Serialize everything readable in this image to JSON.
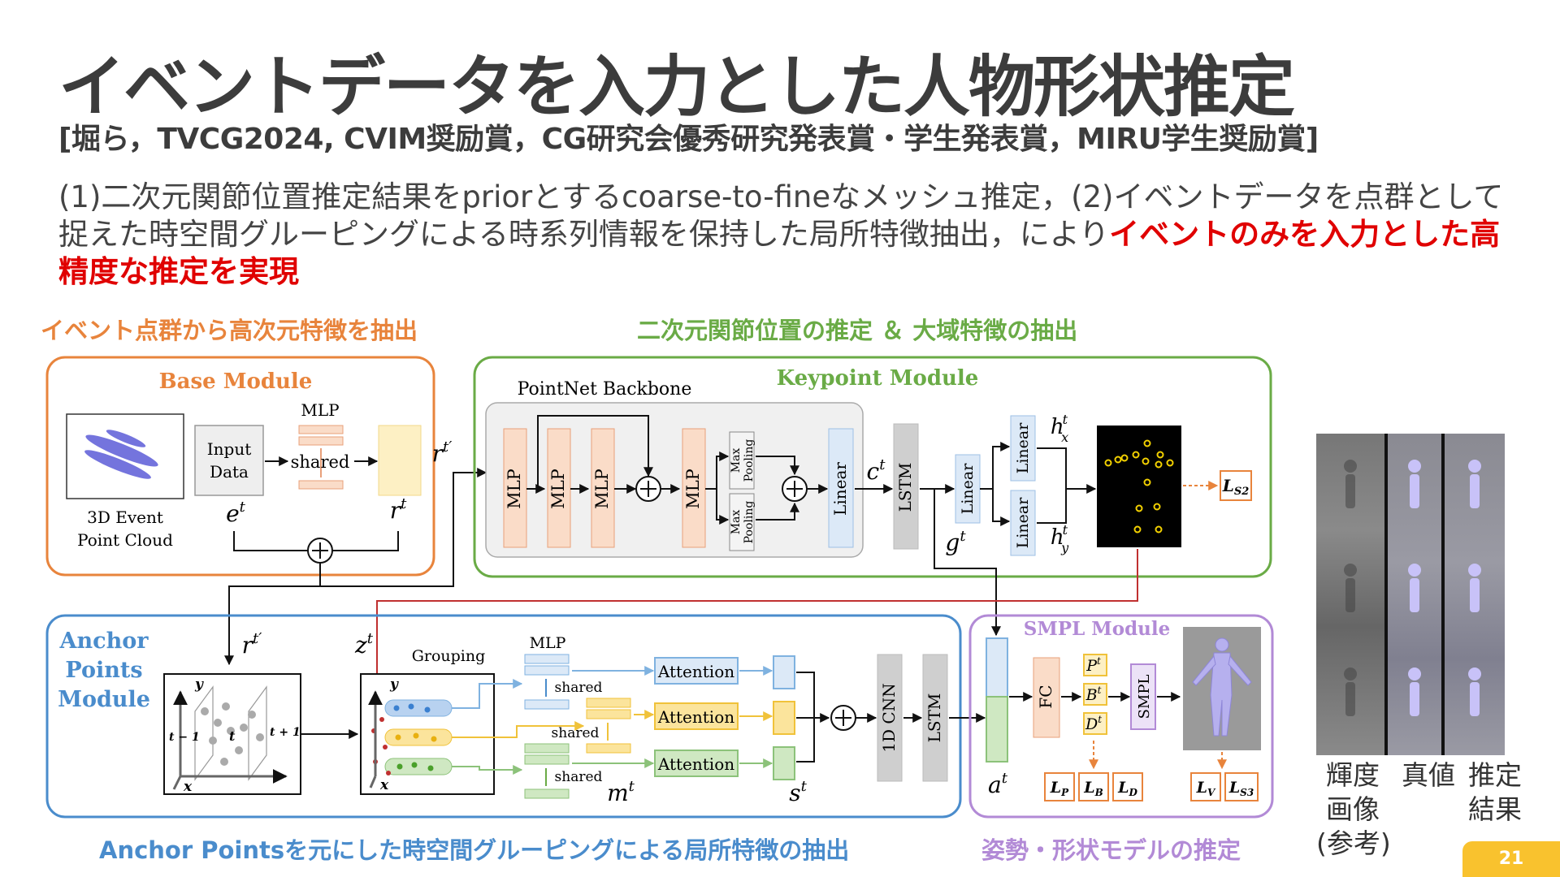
{
  "title": "イベントデータを入力とした人物形状推定",
  "subtitle": "[堀ら，TVCG2024, CVIM奨励賞，CG研究会優秀研究発表賞・学生発表賞，MIRU学生奨励賞]",
  "description": {
    "normal": "(1)二次元関節位置推定結果をpriorとするcoarse-to-fineなメッシュ推定，(2)イベントデータを点群として捉えた時空間グルーピングによる時系列情報を保持した局所特徴抽出，により",
    "highlight": "イベントのみを入力とした高精度な推定を実現"
  },
  "sections": {
    "orange": "イベント点群から高次元特徴を抽出",
    "green": "二次元関節位置の推定 ＆ 大域特徴の抽出",
    "blue": "Anchor Pointsを元にした時空間グルーピングによる局所特徴の抽出",
    "purple": "姿勢・形状モデルの推定"
  },
  "colors": {
    "orange": "#e8843c",
    "green": "#6aab46",
    "blue": "#4a8ccc",
    "purple": "#b28ad6",
    "red": "#e00000",
    "accent": "#f9c22e"
  },
  "base_module": {
    "title": "Base Module",
    "cloud_label": [
      "3D Event",
      "Point Cloud"
    ],
    "input_label": [
      "Input",
      "Data"
    ],
    "mlp": "MLP",
    "shared": "shared",
    "e_sym": "e",
    "r_sym": "r",
    "t_sup": "t"
  },
  "keypoint_module": {
    "title": "Keypoint Module",
    "backbone": "PointNet Backbone",
    "mlp": "MLP",
    "max_pooling": [
      "Max",
      "Pooling"
    ],
    "linear": "Linear",
    "lstm": "LSTM",
    "c_sym": "c",
    "g_sym": "g",
    "hx_sym": "h",
    "hx_sub": "x",
    "hy_sub": "y",
    "r_prime": "r",
    "t_prime_sup": "t′",
    "loss": "L",
    "loss_sub": "S2"
  },
  "anchor_module": {
    "title": [
      "Anchor",
      "Points",
      "Module"
    ],
    "r_prime": "r",
    "z_sym": "z",
    "grouping": "Grouping",
    "mlp": "MLP",
    "shared": "shared",
    "attention": "Attention",
    "cnn": "1D CNN",
    "lstm": "LSTM",
    "m_sym": "m",
    "s_sym": "s",
    "axis_y": "y",
    "axis_x": "x",
    "axis_t": "t",
    "t_minus": "t − 1",
    "t_plus": "t + 1"
  },
  "smpl_module": {
    "title": "SMPL Module",
    "fc": "FC",
    "smpl": "SMPL",
    "a_sym": "a",
    "params": [
      "P",
      "B",
      "D"
    ],
    "losses": [
      "P",
      "B",
      "D",
      "V",
      "S3"
    ]
  },
  "photo_labels": {
    "col1": [
      "輝度",
      "画像",
      "(参考)"
    ],
    "col2": [
      "真値"
    ],
    "col3": [
      "推定",
      "結果"
    ]
  },
  "page_number": "21"
}
